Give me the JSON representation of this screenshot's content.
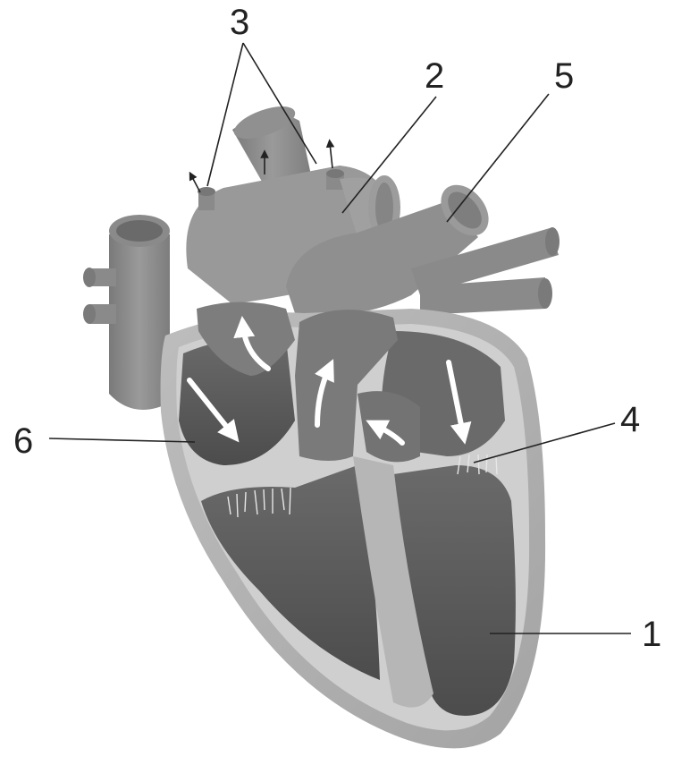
{
  "labels": {
    "l1": "1",
    "l2": "2",
    "l3": "3",
    "l4": "4",
    "l5": "5",
    "l6": "6"
  },
  "colors": {
    "outer_wall": "#a9a9a9",
    "vessel": "#8c8c8c",
    "chamber": "#5f5f5f",
    "chamber_dark": "#4a4a4a",
    "septum": "#b4b4b4",
    "arrow": "#ffffff",
    "leader": "#222222"
  }
}
